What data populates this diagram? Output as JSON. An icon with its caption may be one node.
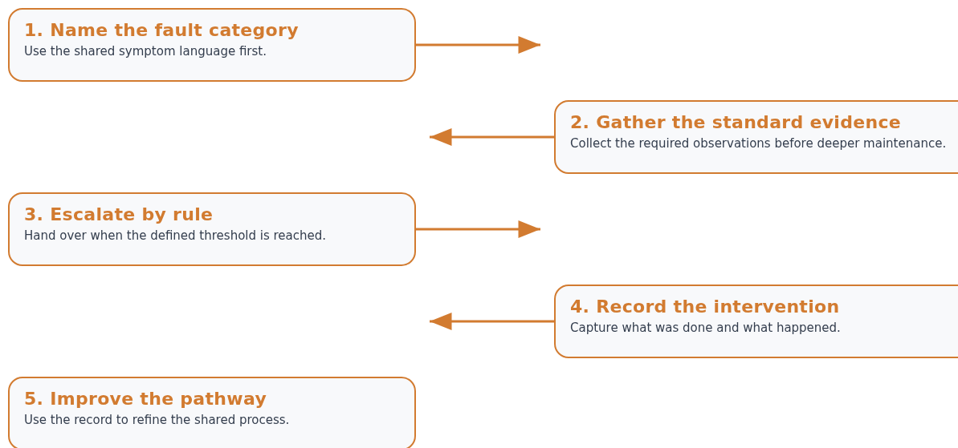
{
  "diagram": {
    "nodes": [
      {
        "text": [
          "1. Name the fault category",
          "Use the shared symptom language first."
        ]
      },
      {
        "text": [
          "2. Gather the standard evidence",
          "Collect the required observations before deeper maintenance."
        ]
      },
      {
        "text": [
          "3. Escalate by rule",
          "Hand over when the defined threshold is reached."
        ]
      },
      {
        "text": [
          "4. Record the intervention",
          "Capture what was done and what happened."
        ]
      },
      {
        "text": [
          "5. Improve the pathway",
          "Use the record to refine the shared process."
        ]
      }
    ],
    "edges": [
      {
        "from": 0,
        "to": null,
        "arrow": "to"
      },
      {
        "from": 1,
        "to": null,
        "arrow": "to"
      },
      {
        "from": 2,
        "to": null,
        "arrow": "to"
      },
      {
        "from": 3,
        "to": null,
        "arrow": "to"
      }
    ]
  }
}
